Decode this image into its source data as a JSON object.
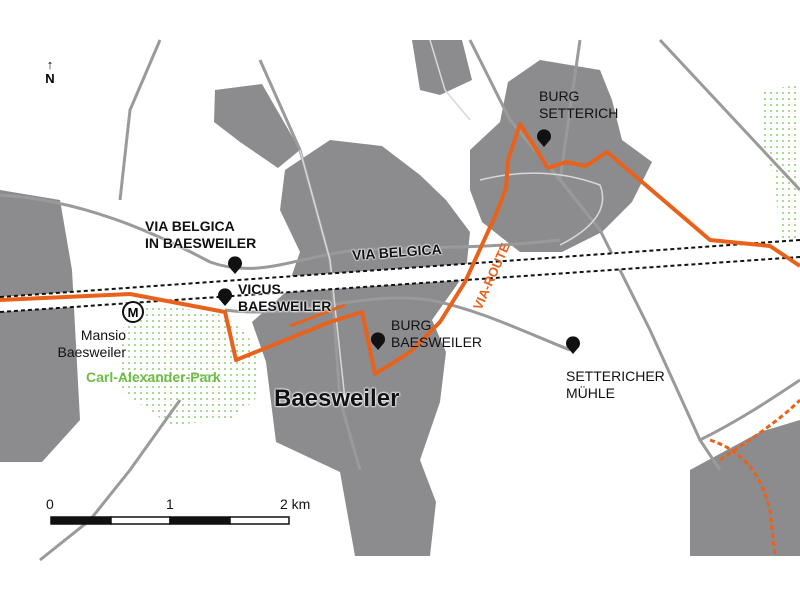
{
  "north": {
    "arrow": "↑",
    "label": "N"
  },
  "labels": {
    "via_belgica_in_baesweiler": [
      "VIA BELGICA",
      "IN BAESWEILER"
    ],
    "via_belgica": "VIA BELGICA",
    "vicus_baesweiler": [
      "VICUS",
      "BAESWEILER"
    ],
    "mansio_baesweiler": [
      "Mansio",
      "Baesweiler"
    ],
    "mansio_icon": "M",
    "park": "Carl-Alexander-Park",
    "burg_baesweiler": [
      "BURG",
      "BAESWEILER"
    ],
    "burg_setterich": [
      "BURG",
      "SETTERICH"
    ],
    "setthericher_muehle": [
      "SETTERICHER",
      "MÜHLE"
    ],
    "town": "Baesweiler",
    "via_route": "VIA-ROUTE"
  },
  "scale": {
    "ticks": [
      "0",
      "1",
      "2 km"
    ]
  },
  "colors": {
    "urban": "#8c8c8e",
    "route": "#e8621c",
    "park": "#6dbd45",
    "road": "#999999"
  }
}
